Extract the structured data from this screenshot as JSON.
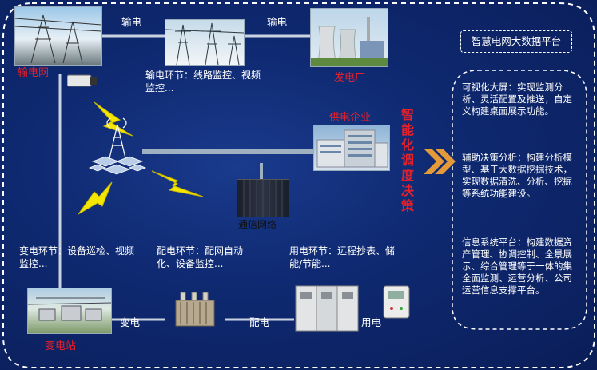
{
  "platform": {
    "title": "智慧电网大数据平台",
    "items": [
      "可视化大屏：实现监测分析、灵活配置及推送，自定义构建桌面展示功能。",
      "辅助决策分析：构建分析模型、基于大数据挖掘技术，实现数据清洗、分析、挖掘等系统功能建设。",
      "信息系统平台：构建数据资产管理、协调控制、全景展示、综合管理等于一体的集全面监测、运营分析、公司运营信息支撑平台。"
    ]
  },
  "nodes": {
    "transmission_grid": "输电网",
    "power_plant": "发电厂",
    "supply_company": "供电企业",
    "comm_network": "通信网络",
    "substation": "变电站"
  },
  "connectors": {
    "transmit_1": "输电",
    "transmit_2": "输电",
    "transform": "变电",
    "distribute": "配电",
    "consume": "用电"
  },
  "stages": {
    "transmission": "输电环节：线路监控、视频监控...",
    "substation": "变电环节：设备巡检、视频监控...",
    "distribution": "配电环节：配网自动化、设备监控...",
    "consumption": "用电环节：远程抄表、储能/节能..."
  },
  "decision": [
    "智",
    "能",
    "化",
    "调",
    "度",
    "决",
    "策"
  ],
  "colors": {
    "background": "#0f2a72",
    "accent_red": "#e8202a",
    "bolt": "#f5e600"
  }
}
